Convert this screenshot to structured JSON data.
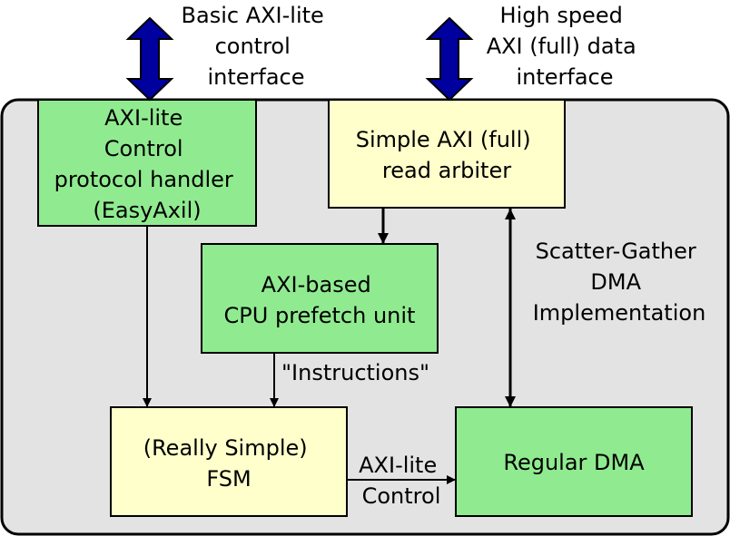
{
  "colors": {
    "panel": "#e3e3e3",
    "green": "#90eb90",
    "yellow": "#ffffcc",
    "arrow_blue": "#00009e",
    "stroke": "#000000"
  },
  "external": {
    "control_interface": [
      "Basic AXI-lite",
      "control",
      "interface"
    ],
    "data_interface": [
      "High speed",
      "AXI (full) data",
      "interface"
    ]
  },
  "blocks": {
    "axil_handler": [
      "AXI-lite",
      "Control",
      "protocol handler",
      "(EasyAxil)"
    ],
    "read_arbiter": [
      "Simple AXI (full)",
      "read arbiter"
    ],
    "prefetch": [
      "AXI-based",
      "CPU prefetch unit"
    ],
    "fsm": [
      "(Really Simple)",
      "FSM"
    ],
    "dma": [
      "Regular DMA"
    ]
  },
  "labels": {
    "instructions": "\"Instructions\"",
    "axil_control": [
      "AXI-lite",
      "Control"
    ],
    "sg_dma": [
      "Scatter-Gather",
      "DMA",
      "Implementation"
    ]
  }
}
